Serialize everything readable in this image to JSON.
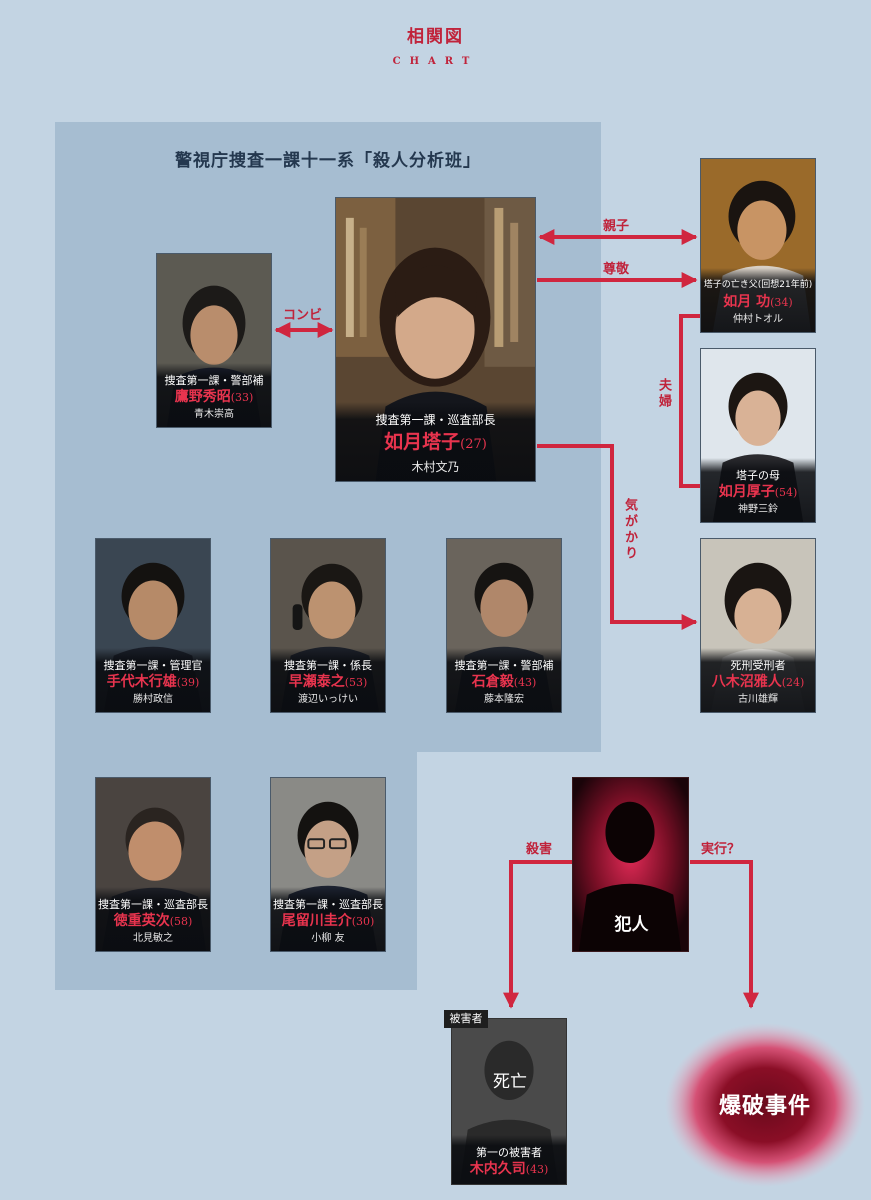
{
  "header": {
    "title": "相関図",
    "subtitle": "CHART"
  },
  "team": {
    "title": "警視庁捜査一課十一系「殺人分析班」"
  },
  "characters": {
    "kisaragi_toko": {
      "role": "捜査第一課・巡査部長",
      "name": "如月塔子",
      "age": "(27)",
      "actor": "木村文乃"
    },
    "takano": {
      "role": "捜査第一課・警部補",
      "name": "鷹野秀昭",
      "age": "(33)",
      "actor": "青木崇高"
    },
    "kisaragi_isao": {
      "role": "塔子の亡き父(回想21年前)",
      "name": "如月 功",
      "age": "(34)",
      "actor": "仲村トオル"
    },
    "kisaragi_atsuko": {
      "role": "塔子の母",
      "name": "如月厚子",
      "age": "(54)",
      "actor": "神野三鈴"
    },
    "yaginuma": {
      "role": "死刑受刑者",
      "name": "八木沼雅人",
      "age": "(24)",
      "actor": "古川雄輝"
    },
    "teshirogi": {
      "role": "捜査第一課・管理官",
      "name": "手代木行雄",
      "age": "(39)",
      "actor": "勝村政信"
    },
    "hayase": {
      "role": "捜査第一課・係長",
      "name": "早瀬泰之",
      "age": "(53)",
      "actor": "渡辺いっけい"
    },
    "ishikura": {
      "role": "捜査第一課・警部補",
      "name": "石倉毅",
      "age": "(43)",
      "actor": "藤本隆宏"
    },
    "tokushige": {
      "role": "捜査第一課・巡査部長",
      "name": "徳重英次",
      "age": "(58)",
      "actor": "北見敏之"
    },
    "orudoi": {
      "role": "捜査第一課・巡査部長",
      "name": "尾留川圭介",
      "age": "(30)",
      "actor": "小柳 友"
    },
    "kiuchi": {
      "role": "第一の被害者",
      "name": "木内久司",
      "age": "(43)"
    }
  },
  "relations": {
    "combi": "コンビ",
    "parent_child": "親子",
    "respect": "尊敬",
    "spouses": "夫婦",
    "concern": "気がかり",
    "murder": "殺害",
    "execution": "実行？"
  },
  "culprit": {
    "label": "犯人"
  },
  "victim": {
    "tag": "被害者",
    "status": "死亡"
  },
  "incident": {
    "label": "爆破事件"
  },
  "colors": {
    "accent": "#c0233b",
    "background": "#c3d4e3",
    "panel": "#a6bdd1",
    "name": "#e8344e"
  }
}
